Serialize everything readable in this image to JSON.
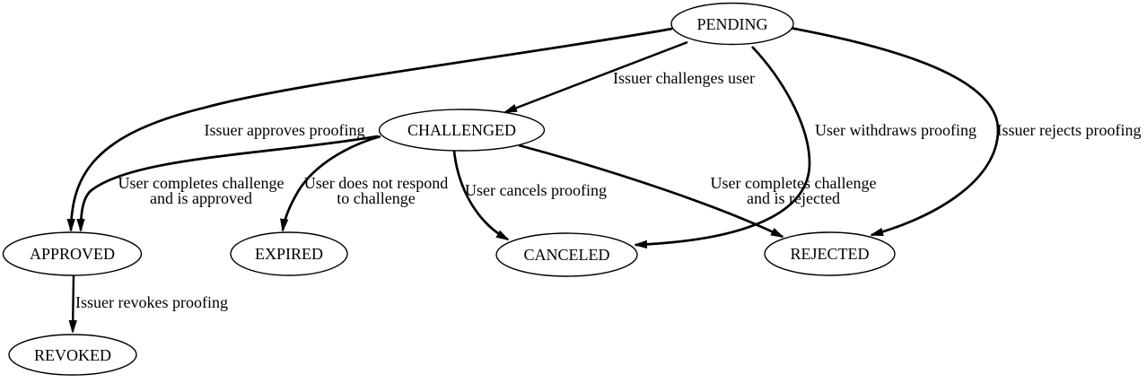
{
  "colors": {
    "background": "#ffffff",
    "node_fill": "#ffffff",
    "line": "#000000",
    "text": "#000000"
  },
  "diagram": {
    "type": "state-machine",
    "states": [
      {
        "id": "pending",
        "label": "PENDING"
      },
      {
        "id": "challenged",
        "label": "CHALLENGED"
      },
      {
        "id": "approved",
        "label": "APPROVED"
      },
      {
        "id": "expired",
        "label": "EXPIRED"
      },
      {
        "id": "canceled",
        "label": "CANCELED"
      },
      {
        "id": "rejected",
        "label": "REJECTED"
      },
      {
        "id": "revoked",
        "label": "REVOKED"
      }
    ],
    "transitions": [
      {
        "from": "PENDING",
        "to": "CHALLENGED",
        "label": "Issuer challenges user"
      },
      {
        "from": "PENDING",
        "to": "APPROVED",
        "label": "Issuer approves proofing"
      },
      {
        "from": "PENDING",
        "to": "CANCELED",
        "label": "User withdraws proofing"
      },
      {
        "from": "PENDING",
        "to": "REJECTED",
        "label": "Issuer rejects proofing"
      },
      {
        "from": "CHALLENGED",
        "to": "APPROVED",
        "label": "User completes challenge and is approved",
        "lines": [
          "User completes challenge",
          "and is approved"
        ]
      },
      {
        "from": "CHALLENGED",
        "to": "EXPIRED",
        "label": "User does not respond to challenge",
        "lines": [
          "User does not respond",
          "to challenge"
        ]
      },
      {
        "from": "CHALLENGED",
        "to": "CANCELED",
        "label": "User cancels proofing"
      },
      {
        "from": "CHALLENGED",
        "to": "REJECTED",
        "label": "User completes challenge and is rejected",
        "lines": [
          "User completes challenge",
          "and is rejected"
        ]
      },
      {
        "from": "APPROVED",
        "to": "REVOKED",
        "label": "Issuer revokes proofing"
      }
    ]
  }
}
